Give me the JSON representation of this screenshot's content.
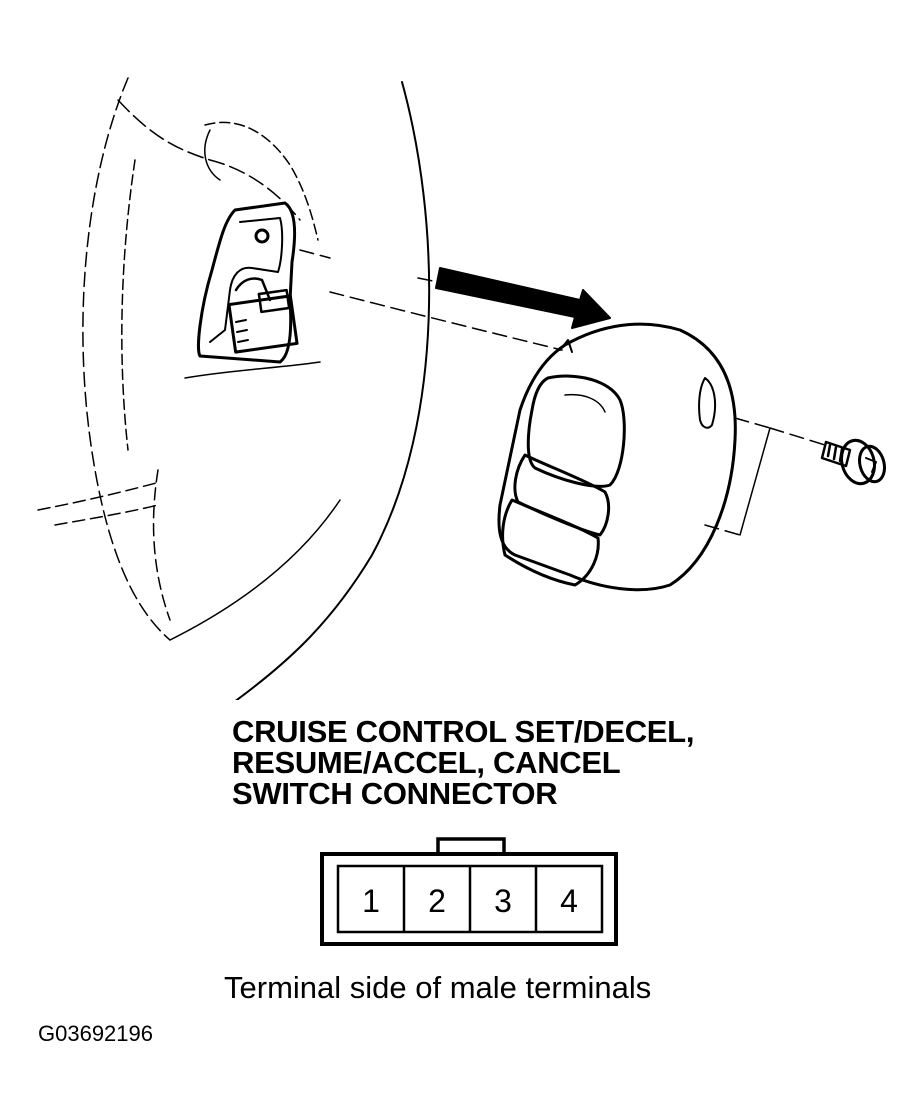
{
  "caption": {
    "line1": "CRUISE CONTROL SET/DECEL,",
    "line2": "RESUME/ACCEL, CANCEL",
    "line3": "SWITCH CONNECTOR"
  },
  "connector": {
    "terminals": [
      "1",
      "2",
      "3",
      "4"
    ]
  },
  "footnote": "Terminal side of male terminals",
  "figure_id": "G03692196",
  "colors": {
    "ink": "#000000",
    "background": "#ffffff"
  }
}
